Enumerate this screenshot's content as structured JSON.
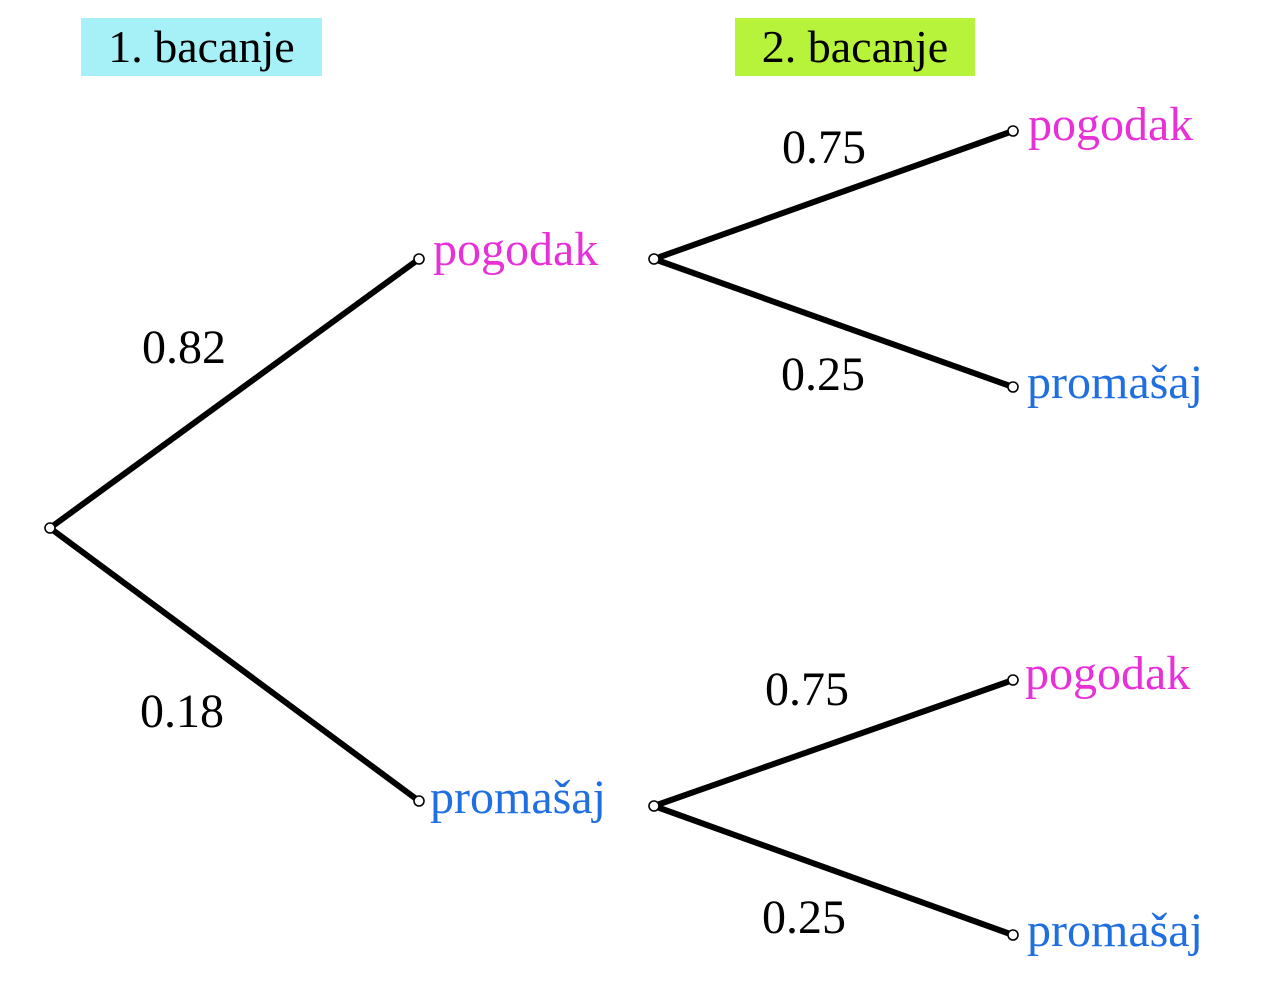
{
  "headers": {
    "first": {
      "label": "1. bacanje",
      "color": "#a6f0f8"
    },
    "second": {
      "label": "2. bacanje",
      "color": "#b8f33c"
    }
  },
  "colors": {
    "hit": "#e830d8",
    "miss": "#1f6fe0",
    "edge": "#000000"
  },
  "tree": {
    "first_throw": {
      "hit": {
        "label": "pogodak",
        "probability": "0.82"
      },
      "miss": {
        "label": "promašaj",
        "probability": "0.18"
      }
    },
    "second_throw_after_hit": {
      "hit": {
        "label": "pogodak",
        "probability": "0.75"
      },
      "miss": {
        "label": "promašaj",
        "probability": "0.25"
      }
    },
    "second_throw_after_miss": {
      "hit": {
        "label": "pogodak",
        "probability": "0.75"
      },
      "miss": {
        "label": "promašaj",
        "probability": "0.25"
      }
    }
  }
}
